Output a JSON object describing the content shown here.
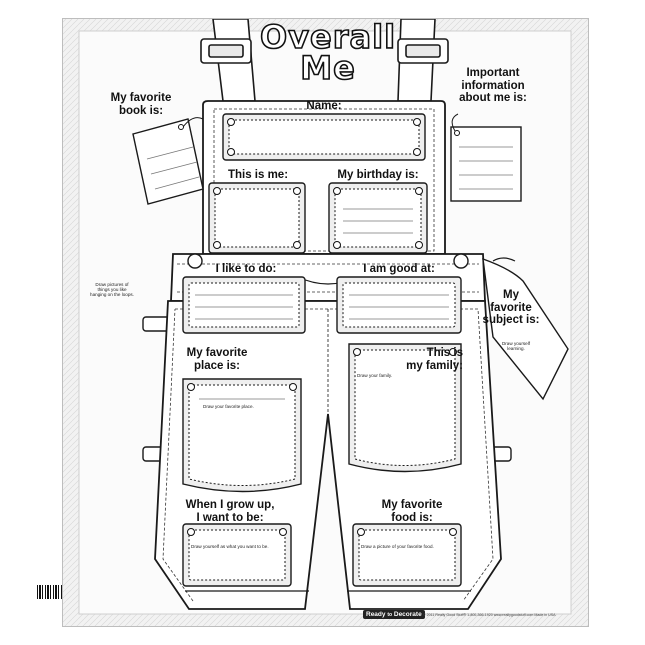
{
  "title": {
    "line1": "Overall",
    "line2": "Me"
  },
  "labels": {
    "name": "Name:",
    "this_is_me": "This is me:",
    "birthday": "My birthday is:",
    "like_to_do": "I like to do:",
    "good_at": "I am good at:",
    "favorite_place_1": "My favorite",
    "favorite_place_2": "place is:",
    "family_1": "This is",
    "family_2": "my family:",
    "grow_up_1": "When I grow up,",
    "grow_up_2": "I want to be:",
    "favorite_food_1": "My favorite",
    "favorite_food_2": "food is:",
    "favorite_book_1": "My favorite",
    "favorite_book_2": "book is:",
    "important_1": "Important",
    "important_2": "information",
    "important_3": "about me is:",
    "favorite_subject_1": "My",
    "favorite_subject_2": "favorite",
    "favorite_subject_3": "subject is:"
  },
  "hints": {
    "loops_1": "Draw pictures of",
    "loops_2": "things you like",
    "loops_3": "hanging on the loops.",
    "family": "Draw your family.",
    "favorite_place": "Draw your favorite place.",
    "grow_up": "Draw yourself as what you want to be.",
    "favorite_food": "Draw a picture of your favorite food.",
    "subject_1": "Draw yourself",
    "subject_2": "learning."
  },
  "footer": {
    "brand_ready": "Ready",
    "brand_to": "to",
    "brand_decorate": "Decorate",
    "fine_print": "© 2011 Really Good Stuff®   1-800-366-1920   www.reallygoodstuff.com   Made in USA"
  },
  "colors": {
    "background": "#f2f2f2",
    "outline": "#1a1a1a",
    "fill": "#ffffff",
    "box": "#e9e9e9"
  }
}
